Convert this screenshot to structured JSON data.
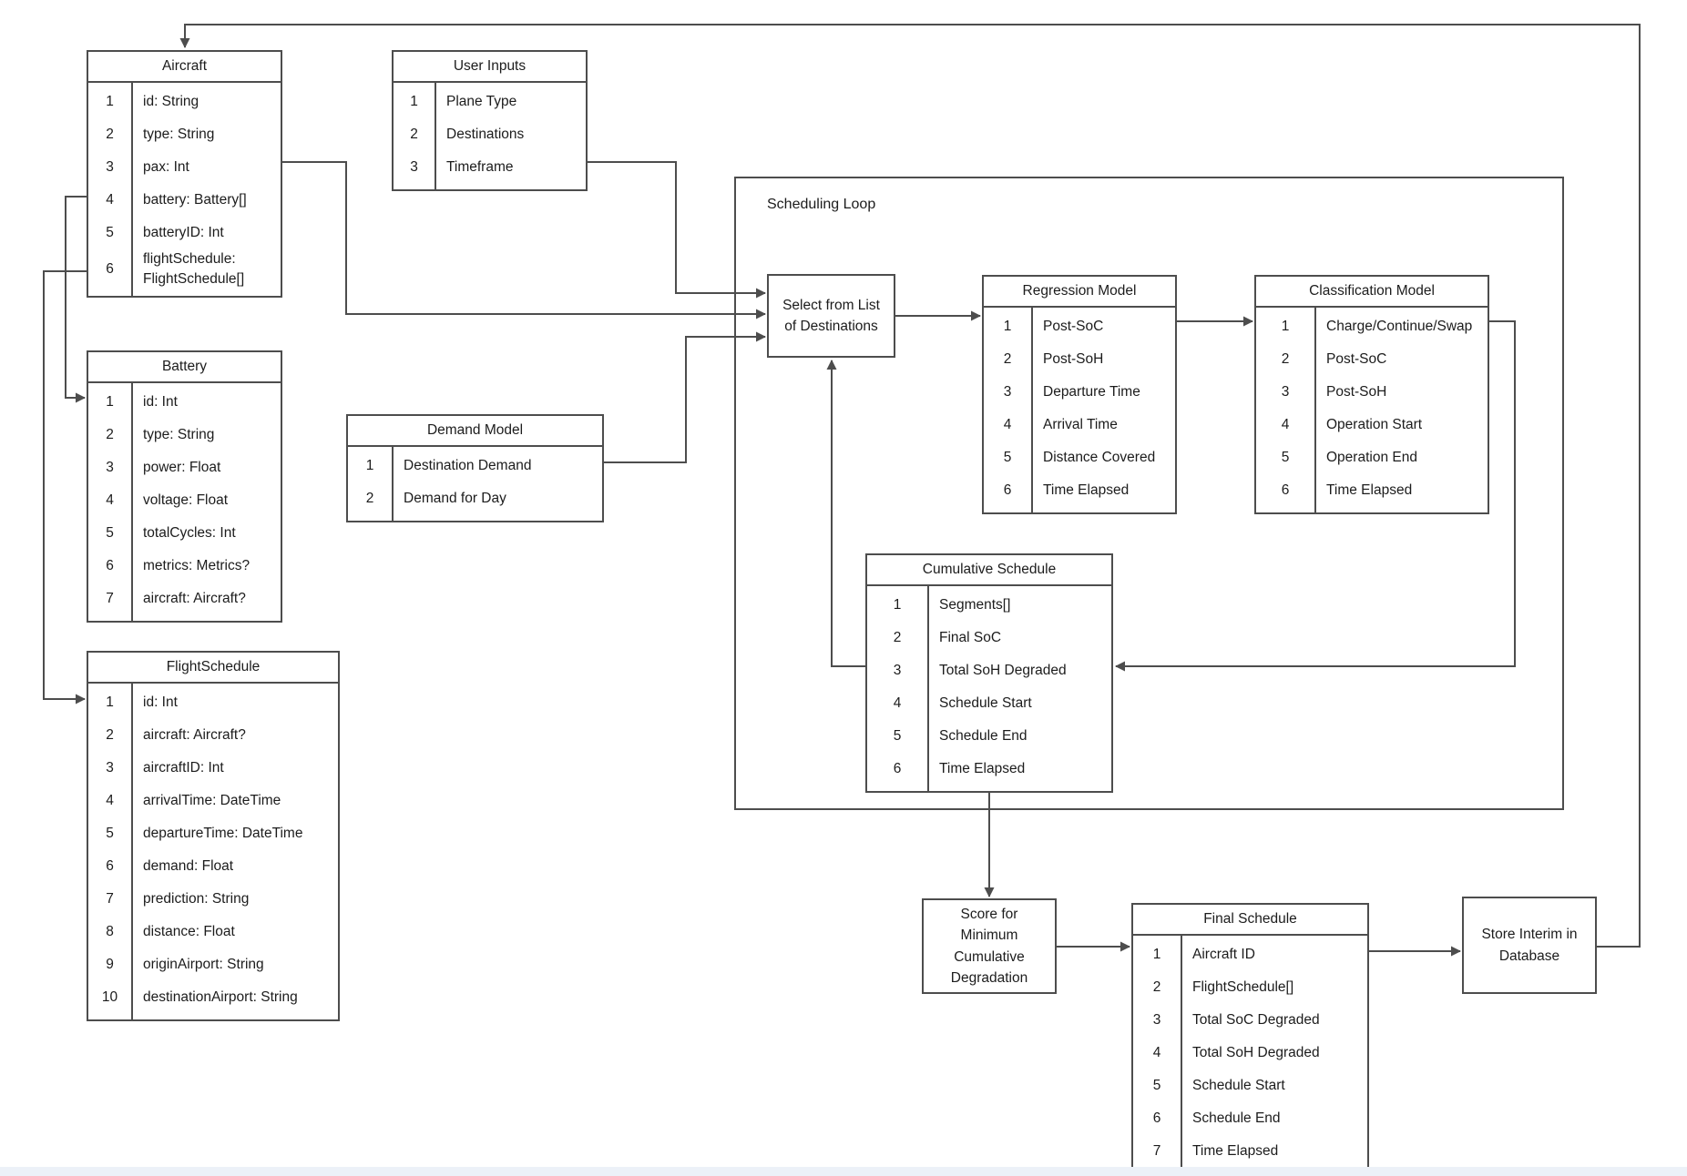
{
  "diagram": {
    "scheduling_loop_label": "Scheduling Loop",
    "entities": {
      "aircraft": {
        "title": "Aircraft",
        "rows": [
          {
            "num": "1",
            "label": "id: String"
          },
          {
            "num": "2",
            "label": "type: String"
          },
          {
            "num": "3",
            "label": "pax: Int"
          },
          {
            "num": "4",
            "label": "battery: Battery[]"
          },
          {
            "num": "5",
            "label": "batteryID: Int"
          },
          {
            "num": "6",
            "label": "flightSchedule: FlightSchedule[]"
          }
        ]
      },
      "user_inputs": {
        "title": "User Inputs",
        "rows": [
          {
            "num": "1",
            "label": "Plane Type"
          },
          {
            "num": "2",
            "label": "Destinations"
          },
          {
            "num": "3",
            "label": "Timeframe"
          }
        ]
      },
      "battery": {
        "title": "Battery",
        "rows": [
          {
            "num": "1",
            "label": "id: Int"
          },
          {
            "num": "2",
            "label": "type: String"
          },
          {
            "num": "3",
            "label": "power: Float"
          },
          {
            "num": "4",
            "label": "voltage: Float"
          },
          {
            "num": "5",
            "label": "totalCycles: Int"
          },
          {
            "num": "6",
            "label": "metrics: Metrics?"
          },
          {
            "num": "7",
            "label": "aircraft: Aircraft?"
          }
        ]
      },
      "demand_model": {
        "title": "Demand Model",
        "rows": [
          {
            "num": "1",
            "label": "Destination Demand"
          },
          {
            "num": "2",
            "label": "Demand for Day"
          }
        ]
      },
      "flight_schedule": {
        "title": "FlightSchedule",
        "rows": [
          {
            "num": "1",
            "label": "id: Int"
          },
          {
            "num": "2",
            "label": "aircraft: Aircraft?"
          },
          {
            "num": "3",
            "label": "aircraftID: Int"
          },
          {
            "num": "4",
            "label": "arrivalTime: DateTime"
          },
          {
            "num": "5",
            "label": "departureTime: DateTime"
          },
          {
            "num": "6",
            "label": "demand: Float"
          },
          {
            "num": "7",
            "label": "prediction: String"
          },
          {
            "num": "8",
            "label": "distance: Float"
          },
          {
            "num": "9",
            "label": "originAirport: String"
          },
          {
            "num": "10",
            "label": "destinationAirport: String"
          }
        ]
      },
      "regression_model": {
        "title": "Regression Model",
        "rows": [
          {
            "num": "1",
            "label": "Post-SoC"
          },
          {
            "num": "2",
            "label": "Post-SoH"
          },
          {
            "num": "3",
            "label": "Departure Time"
          },
          {
            "num": "4",
            "label": "Arrival Time"
          },
          {
            "num": "5",
            "label": "Distance Covered"
          },
          {
            "num": "6",
            "label": "Time Elapsed"
          }
        ]
      },
      "classification_model": {
        "title": "Classification Model",
        "rows": [
          {
            "num": "1",
            "label": "Charge/Continue/Swap"
          },
          {
            "num": "2",
            "label": "Post-SoC"
          },
          {
            "num": "3",
            "label": "Post-SoH"
          },
          {
            "num": "4",
            "label": "Operation Start"
          },
          {
            "num": "5",
            "label": "Operation End"
          },
          {
            "num": "6",
            "label": "Time Elapsed"
          }
        ]
      },
      "cumulative_schedule": {
        "title": "Cumulative Schedule",
        "rows": [
          {
            "num": "1",
            "label": "Segments[]"
          },
          {
            "num": "2",
            "label": "Final SoC"
          },
          {
            "num": "3",
            "label": "Total SoH Degraded"
          },
          {
            "num": "4",
            "label": "Schedule Start"
          },
          {
            "num": "5",
            "label": "Schedule End"
          },
          {
            "num": "6",
            "label": "Time Elapsed"
          }
        ]
      },
      "final_schedule": {
        "title": "Final Schedule",
        "rows": [
          {
            "num": "1",
            "label": "Aircraft ID"
          },
          {
            "num": "2",
            "label": "FlightSchedule[]"
          },
          {
            "num": "3",
            "label": "Total SoC Degraded"
          },
          {
            "num": "4",
            "label": "Total SoH Degraded"
          },
          {
            "num": "5",
            "label": "Schedule Start"
          },
          {
            "num": "6",
            "label": "Schedule End"
          },
          {
            "num": "7",
            "label": "Time Elapsed"
          }
        ]
      }
    },
    "process_boxes": {
      "select_destinations": {
        "label": "Select from List\nof Destinations"
      },
      "score_minimum": {
        "label": "Score for\nMinimum\nCumulative\nDegradation"
      },
      "store_interim": {
        "label": "Store Interim in\nDatabase"
      }
    },
    "connections": [
      {
        "from": "Aircraft.battery",
        "to": "Battery.id"
      },
      {
        "from": "Aircraft.flightSchedule",
        "to": "FlightSchedule.id"
      },
      {
        "from": "Aircraft.pax",
        "to": "Select from List of Destinations"
      },
      {
        "from": "User Inputs.Timeframe",
        "to": "Select from List of Destinations"
      },
      {
        "from": "Demand Model.Destination Demand",
        "to": "Select from List of Destinations"
      },
      {
        "from": "Select from List of Destinations",
        "to": "Regression Model"
      },
      {
        "from": "Regression Model",
        "to": "Classification Model"
      },
      {
        "from": "Classification Model",
        "to": "Cumulative Schedule"
      },
      {
        "from": "Cumulative Schedule",
        "to": "Select from List of Destinations"
      },
      {
        "from": "Cumulative Schedule",
        "to": "Score for Minimum Cumulative Degradation"
      },
      {
        "from": "Score for Minimum Cumulative Degradation",
        "to": "Final Schedule"
      },
      {
        "from": "Final Schedule",
        "to": "Store Interim in Database"
      },
      {
        "from": "Store Interim in Database",
        "to": "Aircraft"
      }
    ],
    "colors": {
      "line": "#4d4d4d",
      "box_border": "#4d4d4d",
      "text": "#1c1c1c",
      "background": "#ffffff",
      "footer_strip": "#ecf1f8"
    }
  }
}
